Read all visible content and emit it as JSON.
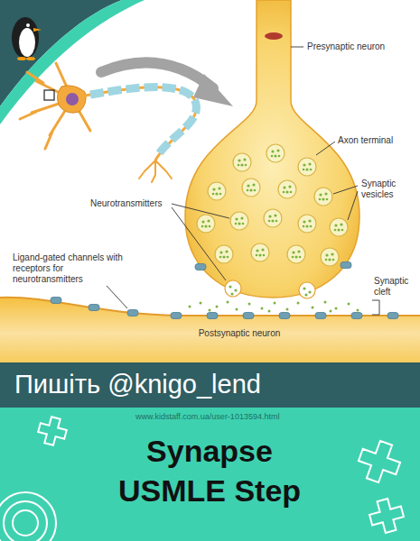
{
  "diagram": {
    "title": "Synapse USMLE Step",
    "nodes": [
      {
        "text": [
          "Пишіть @knigo_lend"
        ]
      }
    ],
    "labels": [
      "Presynaptic neuron",
      "Axon terminal",
      "Synaptic vesicles",
      "Neurotransmitters",
      "Ligand-gated channels with receptors for neurotransmitters",
      "Synaptic cleft",
      "Postsynaptic neuron",
      "www.kidstaff.com.ua/user-1013594.html"
    ]
  }
}
